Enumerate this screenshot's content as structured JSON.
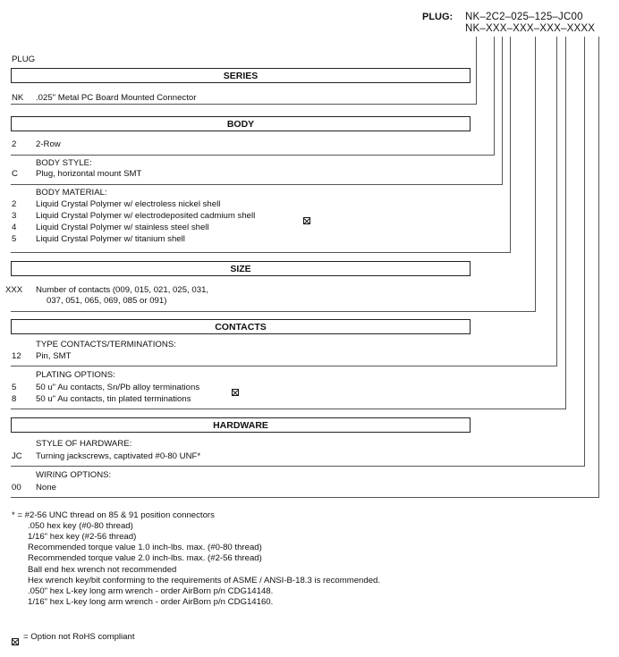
{
  "header": {
    "plug_label": "PLUG:",
    "part_number_example": "NK–2C2–025–125–JC00",
    "part_number_template": "NK–XXX–XXX–XXX–XXXX"
  },
  "plug_heading": "PLUG",
  "series": {
    "title": "SERIES",
    "rows": [
      {
        "code": "NK",
        "desc": ".025\" Metal PC Board Mounted Connector"
      }
    ]
  },
  "body": {
    "title": "BODY",
    "rows": [
      {
        "code": "2",
        "desc": "2-Row"
      }
    ],
    "style_heading": "BODY STYLE:",
    "style_rows": [
      {
        "code": "C",
        "desc": "Plug, horizontal mount SMT"
      }
    ],
    "material_heading": "BODY MATERIAL:",
    "material_rows": [
      {
        "code": "2",
        "desc": "Liquid Crystal Polymer w/ electroless nickel shell"
      },
      {
        "code": "3",
        "desc": "Liquid Crystal Polymer w/ electrodeposited  cadmium shell"
      },
      {
        "code": "4",
        "desc": "Liquid Crystal Polymer w/ stainless steel shell"
      },
      {
        "code": "5",
        "desc": "Liquid Crystal Polymer w/ titanium shell"
      }
    ]
  },
  "size": {
    "title": "SIZE",
    "code": "XXX",
    "desc_line1": "Number of contacts (009, 015, 021, 025, 031,",
    "desc_line2": "037, 051, 065, 069, 085 or 091)"
  },
  "contacts": {
    "title": "CONTACTS",
    "type_heading": "TYPE CONTACTS/TERMINATIONS:",
    "type_rows": [
      {
        "code": "12",
        "desc": "Pin, SMT"
      }
    ],
    "plating_heading": "PLATING OPTIONS:",
    "plating_rows": [
      {
        "code": "5",
        "desc": "50 u\" Au contacts, Sn/Pb alloy terminations"
      },
      {
        "code": "8",
        "desc": "50 u\" Au contacts, tin plated terminations"
      }
    ]
  },
  "hardware": {
    "title": "HARDWARE",
    "style_heading": "STYLE OF HARDWARE:",
    "style_rows": [
      {
        "code": "JC",
        "desc": "Turning jackscrews, captivated #0-80 UNF*"
      }
    ],
    "wiring_heading": "WIRING OPTIONS:",
    "wiring_rows": [
      {
        "code": "00",
        "desc": "None"
      }
    ]
  },
  "notes": [
    "* = #2-56 UNC thread on 85 & 91 position connectors",
    ".050 hex key (#0-80 thread)",
    "1/16\" hex key (#2-56 thread)",
    "Recommended torque value 1.0 inch-lbs. max. (#0-80 thread)",
    "Recommended torque value 2.0 inch-lbs. max. (#2-56 thread)",
    "Ball end hex wrench not recommended",
    "Hex wrench key/bit conforming to the requirements of ASME / ANSI-B-18.3 is recommended.",
    ".050\" hex L-key long arm wrench - order AirBorn p/n CDG14148.",
    "1/16\" hex L-key long arm wrench - order AirBorn p/n CDG14160."
  ],
  "legend": {
    "text": "= Option not RoHS compliant"
  }
}
